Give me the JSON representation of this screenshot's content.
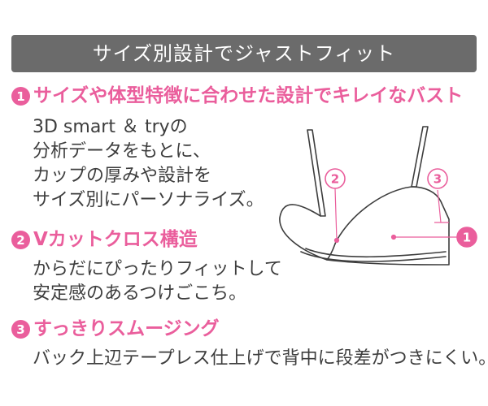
{
  "banner": {
    "title": "サイズ別設計でジャストフィット"
  },
  "features": [
    {
      "number": "1",
      "title": "サイズや体型特徴に合わせた設計でキレイなバスト",
      "lines": [
        "3D smart ＆ tryの",
        "分析データをもとに、",
        "カップの厚みや設計を",
        "サイズ別にパーソナライズ。"
      ]
    },
    {
      "number": "2",
      "title": "Vカットクロス構造",
      "lines": [
        "からだにぴったりフィットして",
        "安定感のあるつけごこち。"
      ]
    },
    {
      "number": "3",
      "title": "すっきりスムージング",
      "lines": [
        "バック上辺テープレス仕上げで背中に段差がつきにくい。"
      ]
    }
  ],
  "callouts": [
    "1",
    "2",
    "3"
  ],
  "colors": {
    "accent": "#ea5e9c",
    "banner_bg": "#6b6b6b",
    "text": "#3d3d3d"
  }
}
